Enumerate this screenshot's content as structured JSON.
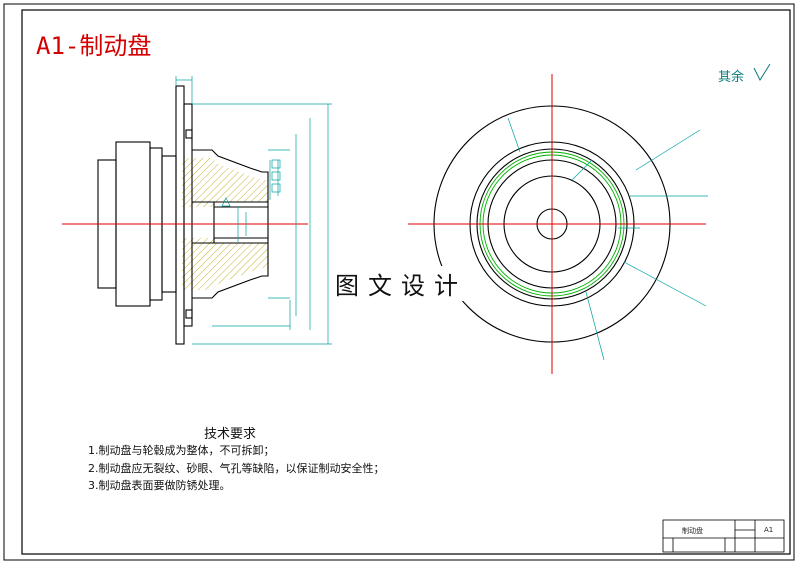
{
  "drawing": {
    "title": "A1-制动盘",
    "watermark": "图文设计",
    "roughness_note": "其余"
  },
  "technical_requirements": {
    "heading": "技术要求",
    "items": [
      "1.制动盘与轮毂成为整体，不可拆卸；",
      "2.制动盘应无裂纹、砂眼、气孔等缺陷，以保证制动安全性；",
      "3.制动盘表面要做防锈处理。"
    ]
  },
  "title_block": {
    "part_name": "制动盘",
    "drawing_no": "A1"
  },
  "colors": {
    "outline": "#000000",
    "centerline": "#e00000",
    "dimension": "#00a0a0",
    "hatch": "#b8a000",
    "green_circle": "#00b000"
  }
}
